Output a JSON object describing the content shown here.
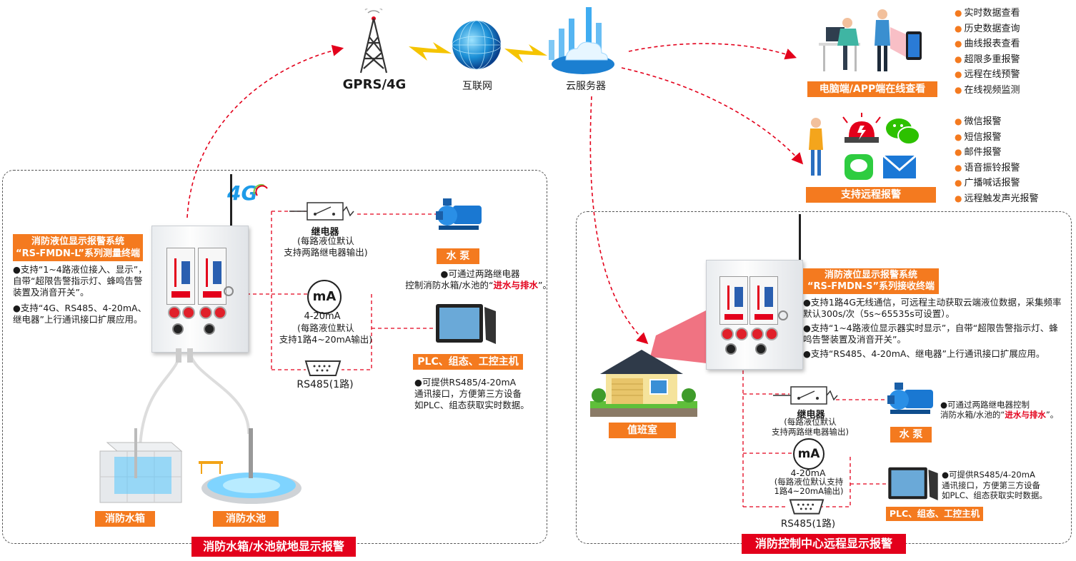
{
  "top": {
    "gprs": "GPRS/4G",
    "internet": "互联网",
    "cloud": "云服务器",
    "pc_app": "电脑端/APP端在线查看",
    "remote_alarm": "支持远程报警",
    "pc_features": [
      "实时数据查看",
      "历史数据查询",
      "曲线报表查看",
      "超限多重报警",
      "远程在线预警",
      "在线视频监测"
    ],
    "alarm_features": [
      "微信报警",
      "短信报警",
      "邮件报警",
      "语音振铃报警",
      "广播喊话报警",
      "远程触发声光报警"
    ]
  },
  "left": {
    "badge_4g": "4G",
    "device_title_1": "消防液位显示报警系统",
    "device_title_2": "“RS-FMDN-L”系列测量终端",
    "feat1": "●支持“1~4路液位接入、显示”，自带“超限告警指示灯、蜂鸣告警装置及消音开关”。",
    "feat2": "●支持“4G、RS485、4-20mA、继电器”上行通讯接口扩展应用。",
    "relay": "继电器",
    "relay_desc_1": "(每路液位默认",
    "relay_desc_2": "支持两路继电器输出)",
    "ma": "mA",
    "ma_label": "4-20mA",
    "ma_desc_1": "(每路液位默认",
    "ma_desc_2": "支持1路4~20mA输出)",
    "rs485": "RS485(1路)",
    "pump": "水 泵",
    "pump_desc_1": "●可通过两路继电器",
    "pump_desc_2": "控制消防水箱/水池的“",
    "pump_desc_red": "进水与排水",
    "pump_desc_end": "”。",
    "plc": "PLC、组态、工控主机",
    "plc_desc_1": "●可提供RS485/4-20mA",
    "plc_desc_2": "通讯接口，方便第三方设备",
    "plc_desc_3": "如PLC、组态获取实时数据。",
    "tank": "消防水箱",
    "pool": "消防水池",
    "footer": "消防水箱/水池就地显示报警"
  },
  "right": {
    "device_title_1": "消防液位显示报警系统",
    "device_title_2": "“RS-FMDN-S”系列接收终端",
    "feat1": "●支持1路4G无线通信，可远程主动获取云端液位数据，采集频率默认300s/次（5s~65535s可设置）。",
    "feat2": "●支持“1~4路液位显示器实时显示”，自带“超限告警指示灯、蜂鸣告警装置及消音开关”。",
    "feat3": "●支持“RS485、4-20mA、继电器”上行通讯接口扩展应用。",
    "duty": "值班室",
    "relay": "继电器",
    "relay_desc_1": "(每路液位默认",
    "relay_desc_2": "支持两路继电器输出)",
    "ma": "mA",
    "ma_label": "4-20mA",
    "ma_desc_1": "(每路液位默认支持",
    "ma_desc_2": "1路4~20mA输出)",
    "rs485": "RS485(1路)",
    "pump": "水 泵",
    "pump_desc_1": "●可通过两路继电器控制",
    "pump_desc_2": "消防水箱/水池的“",
    "pump_desc_red": "进水与排水",
    "pump_desc_end": "”。",
    "plc": "PLC、组态、工控主机",
    "plc_desc_1": "●可提供RS485/4-20mA",
    "plc_desc_2": "通讯接口，方便第三方设备",
    "plc_desc_3": "如PLC、组态获取实时数据。",
    "footer": "消防控制中心远程显示报警"
  }
}
